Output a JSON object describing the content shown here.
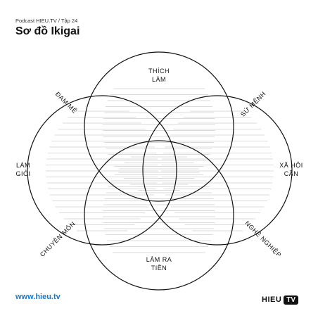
{
  "header": {
    "subtitle": "Podcast HIEU.TV / Tập 24",
    "title": "Sơ đồ Ikigai"
  },
  "diagram": {
    "circles": {
      "top": {
        "line1": "THÍCH",
        "line2": "LÀM"
      },
      "left": {
        "line1": "LÀM",
        "line2": "GIỎI"
      },
      "right": {
        "line1": "XÃ HỘI",
        "line2": "CẦN"
      },
      "bottom": {
        "line1": "LÀM RA",
        "line2": "TIỀN"
      }
    },
    "overlaps": {
      "top_left": "ĐAM MÊ",
      "top_right": "SỨ MỆNH",
      "bottom_left": "CHUYÊN MÔN",
      "bottom_right": "NGHỀ NGHIỆP"
    },
    "colors": {
      "stroke": "#111111",
      "lines": "#cfcfcf"
    }
  },
  "footer": {
    "url": "www.hieu.tv",
    "brand_text": "HIEU",
    "brand_badge": "TV"
  }
}
